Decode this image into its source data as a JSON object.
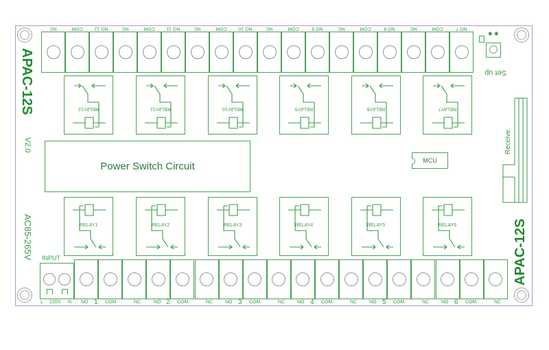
{
  "board": {
    "model_left": "APAC-12S",
    "version": "V2.0",
    "voltage": "AC85-265V",
    "model_right": "APAC-12S",
    "power_block": "Power Switch Circuit",
    "mcu": "MCU",
    "receive": "Receive",
    "setup": "Set up",
    "input_title": "INPUT",
    "input_labels": [
      "L",
      "220V",
      "N"
    ]
  },
  "top_terminals": [
    "NC",
    "COM",
    "NO 12",
    "NC",
    "COM",
    "NO 11",
    "NC",
    "COM",
    "NO 10",
    "NC",
    "COM",
    "NO 9",
    "NC",
    "COM",
    "NO 8",
    "NC",
    "COM",
    "NO 7"
  ],
  "bottom_terminals": [
    "NO",
    "1",
    "COM",
    "NC",
    "NO",
    "2",
    "COM",
    "NC",
    "NO",
    "3",
    "COM",
    "NC",
    "NO",
    "4",
    "COM",
    "NC",
    "NO",
    "5",
    "COM",
    "NC",
    "NO",
    "6",
    "COM",
    "NC"
  ],
  "bottom_terminal_labels": [
    {
      "text": "NO"
    },
    {
      "text": "1"
    },
    {
      "text": "COM"
    },
    {
      "text": "NC"
    },
    {
      "text": "NO"
    },
    {
      "text": "2"
    },
    {
      "text": "COM"
    },
    {
      "text": "NC"
    },
    {
      "text": "NO"
    },
    {
      "text": "3"
    },
    {
      "text": "COM"
    },
    {
      "text": "NC"
    },
    {
      "text": "NO"
    },
    {
      "text": "4"
    },
    {
      "text": "COM"
    },
    {
      "text": "NC"
    },
    {
      "text": "NO"
    },
    {
      "text": "5"
    },
    {
      "text": "COM"
    },
    {
      "text": "NC"
    },
    {
      "text": "NO"
    },
    {
      "text": "6"
    },
    {
      "text": "COM"
    },
    {
      "text": "NC"
    }
  ],
  "relays_top": [
    "RELAY12",
    "RELAY11",
    "RELAY10",
    "RELAY9",
    "RELAY8",
    "RELAY7"
  ],
  "relays_bottom": [
    "RELAY1",
    "RELAY2",
    "RELAY3",
    "RELAY4",
    "RELAY5",
    "RELAY6"
  ],
  "colors": {
    "trace": "#3a9a45",
    "model_text": "#1f8a2e",
    "border": "#b894c8"
  }
}
